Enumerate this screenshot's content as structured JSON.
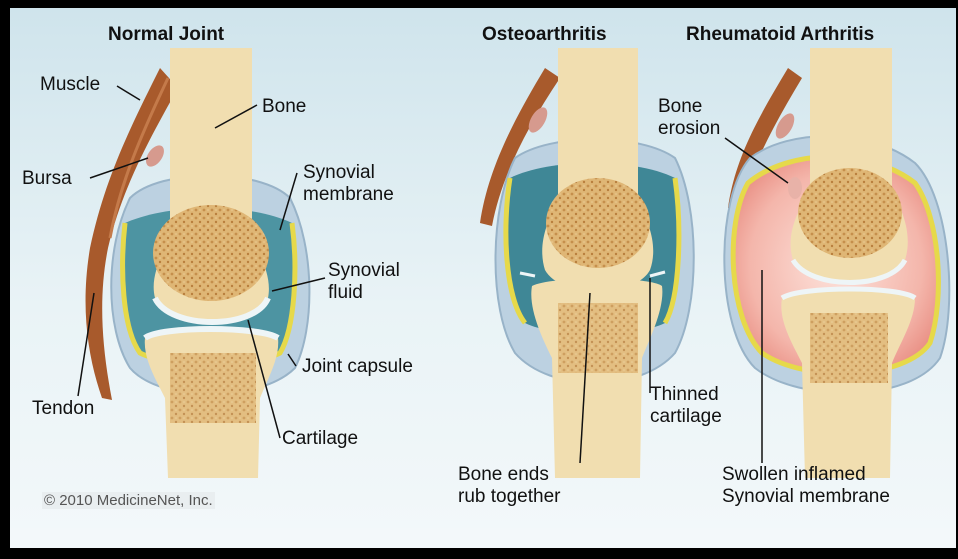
{
  "titles": {
    "normal": "Normal Joint",
    "osteo": "Osteoarthritis",
    "rheum": "Rheumatoid Arthritis"
  },
  "labels": {
    "muscle": "Muscle",
    "bone": "Bone",
    "bursa": "Bursa",
    "synovial_membrane_1": "Synovial",
    "synovial_membrane_2": "membrane",
    "synovial_fluid_1": "Synovial",
    "synovial_fluid_2": "fluid",
    "joint_capsule": "Joint capsule",
    "tendon": "Tendon",
    "cartilage": "Cartilage",
    "bone_erosion_1": "Bone",
    "bone_erosion_2": "erosion",
    "thinned_cartilage_1": "Thinned",
    "thinned_cartilage_2": "cartilage",
    "bone_ends_1": "Bone ends",
    "bone_ends_2": "rub together",
    "swollen_1": "Swollen inflamed",
    "swollen_2": "Synovial membrane"
  },
  "copyright": "© 2010 MedicineNet, Inc.",
  "colors": {
    "bone": "#f3e0b2",
    "marrow": "#dcb071",
    "fluid": "#4d94a2",
    "membrane": "#e6d94a",
    "muscle": "#a85a2c",
    "capsule": "#b9cfe0",
    "inflamed": "#f0a8a0"
  }
}
